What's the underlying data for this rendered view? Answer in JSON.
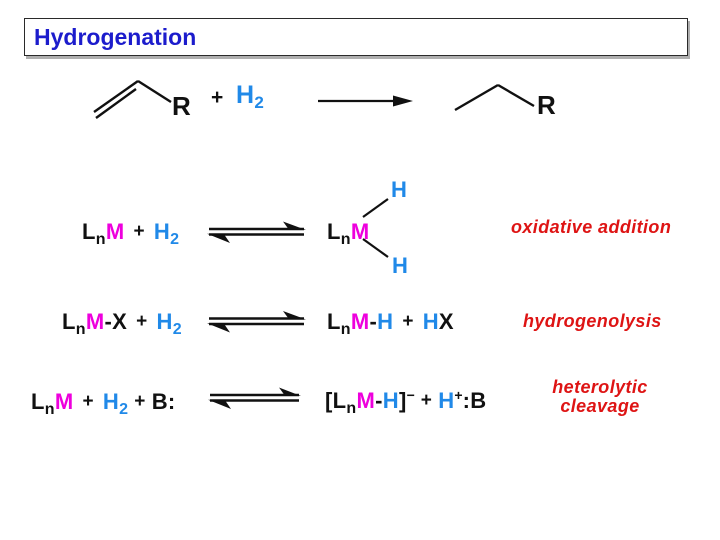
{
  "title": "Hydrogenation",
  "colors": {
    "title": "#1C1CCC",
    "metal": "#EE00DD",
    "hydrogen": "#2089E8",
    "label": "#DE1414",
    "ink": "#111111"
  },
  "symbols": {
    "ligand": "L",
    "ligand_count": "n",
    "metal": "M",
    "hydrogen": "H",
    "hydrogen_count": "2",
    "plus": "+",
    "bond": "-",
    "halide": "X",
    "base": "B:",
    "bound_base": ":B",
    "bracket_open": "[",
    "bracket_close": "]",
    "sup_minus": "−",
    "sup_plus": "+",
    "r_group": "R"
  },
  "labels": {
    "row1": "oxidative addition",
    "row2": "hydrogenolysis",
    "row3a": "heterolytic",
    "row3b": "cleavage"
  }
}
